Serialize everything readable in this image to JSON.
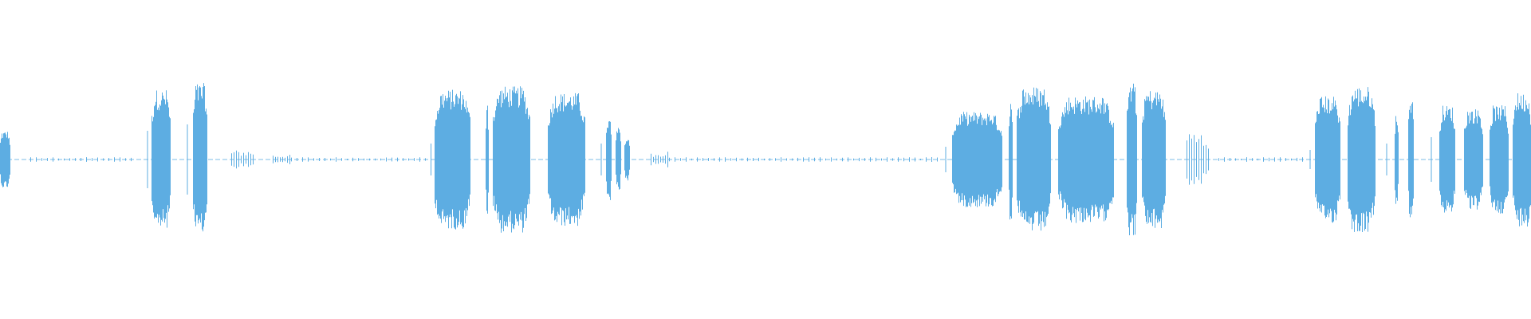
{
  "colors": {
    "background": "#ffffff",
    "waveform": "#5DADE2"
  },
  "waveform": {
    "segments": [
      {
        "start": 0.0,
        "end": 0.006,
        "level": 0.18,
        "kind": "burst"
      },
      {
        "start": 0.02,
        "end": 0.086,
        "level": 0.01,
        "kind": "noise"
      },
      {
        "start": 0.096,
        "end": 0.097,
        "level": 0.18,
        "kind": "spike"
      },
      {
        "start": 0.099,
        "end": 0.111,
        "level": 0.44,
        "kind": "burst"
      },
      {
        "start": 0.122,
        "end": 0.123,
        "level": 0.22,
        "kind": "spike"
      },
      {
        "start": 0.126,
        "end": 0.135,
        "level": 0.48,
        "kind": "burst"
      },
      {
        "start": 0.151,
        "end": 0.165,
        "level": 0.06,
        "kind": "ticks"
      },
      {
        "start": 0.178,
        "end": 0.189,
        "level": 0.03,
        "kind": "ticks"
      },
      {
        "start": 0.19,
        "end": 0.28,
        "level": 0.01,
        "kind": "noise"
      },
      {
        "start": 0.281,
        "end": 0.282,
        "level": 0.1,
        "kind": "spike"
      },
      {
        "start": 0.284,
        "end": 0.307,
        "level": 0.44,
        "kind": "burst"
      },
      {
        "start": 0.317,
        "end": 0.319,
        "level": 0.4,
        "kind": "burst"
      },
      {
        "start": 0.322,
        "end": 0.346,
        "level": 0.46,
        "kind": "burst"
      },
      {
        "start": 0.358,
        "end": 0.382,
        "level": 0.42,
        "kind": "burst"
      },
      {
        "start": 0.392,
        "end": 0.393,
        "level": 0.1,
        "kind": "spike"
      },
      {
        "start": 0.396,
        "end": 0.399,
        "level": 0.26,
        "kind": "burst"
      },
      {
        "start": 0.402,
        "end": 0.405,
        "level": 0.2,
        "kind": "burst"
      },
      {
        "start": 0.408,
        "end": 0.411,
        "level": 0.14,
        "kind": "burst"
      },
      {
        "start": 0.425,
        "end": 0.436,
        "level": 0.05,
        "kind": "ticks"
      },
      {
        "start": 0.437,
        "end": 0.615,
        "level": 0.01,
        "kind": "noise"
      },
      {
        "start": 0.617,
        "end": 0.618,
        "level": 0.08,
        "kind": "spike"
      },
      {
        "start": 0.622,
        "end": 0.654,
        "level": 0.3,
        "kind": "burst"
      },
      {
        "start": 0.659,
        "end": 0.661,
        "level": 0.38,
        "kind": "burst"
      },
      {
        "start": 0.664,
        "end": 0.686,
        "level": 0.46,
        "kind": "burst"
      },
      {
        "start": 0.691,
        "end": 0.727,
        "level": 0.4,
        "kind": "burst"
      },
      {
        "start": 0.736,
        "end": 0.742,
        "level": 0.48,
        "kind": "burst"
      },
      {
        "start": 0.746,
        "end": 0.761,
        "level": 0.44,
        "kind": "burst"
      },
      {
        "start": 0.775,
        "end": 0.79,
        "level": 0.18,
        "kind": "ticks"
      },
      {
        "start": 0.796,
        "end": 0.853,
        "level": 0.01,
        "kind": "noise"
      },
      {
        "start": 0.855,
        "end": 0.856,
        "level": 0.06,
        "kind": "spike"
      },
      {
        "start": 0.859,
        "end": 0.875,
        "level": 0.4,
        "kind": "burst"
      },
      {
        "start": 0.88,
        "end": 0.898,
        "level": 0.46,
        "kind": "burst"
      },
      {
        "start": 0.905,
        "end": 0.906,
        "level": 0.1,
        "kind": "spike"
      },
      {
        "start": 0.911,
        "end": 0.913,
        "level": 0.3,
        "kind": "burst"
      },
      {
        "start": 0.92,
        "end": 0.923,
        "level": 0.4,
        "kind": "burst"
      },
      {
        "start": 0.934,
        "end": 0.936,
        "level": 0.14,
        "kind": "spike"
      },
      {
        "start": 0.94,
        "end": 0.95,
        "level": 0.34,
        "kind": "burst"
      },
      {
        "start": 0.956,
        "end": 0.968,
        "level": 0.32,
        "kind": "burst"
      },
      {
        "start": 0.973,
        "end": 0.985,
        "level": 0.34,
        "kind": "burst"
      },
      {
        "start": 0.988,
        "end": 1.0,
        "level": 0.42,
        "kind": "burst"
      }
    ]
  }
}
